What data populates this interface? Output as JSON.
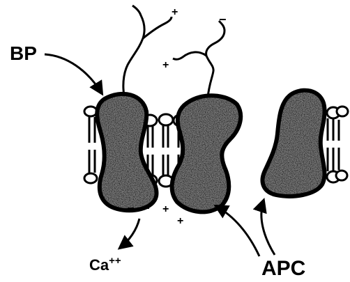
{
  "labels": {
    "bp": "BP",
    "apc": "APC",
    "calcium": "Ca",
    "calcium_charge": "++"
  },
  "charge_signs": {
    "plus": "+",
    "minus": "−"
  },
  "colors": {
    "ink": "#000000",
    "background": "#ffffff",
    "lipid_head_fill": "#ffffff"
  }
}
